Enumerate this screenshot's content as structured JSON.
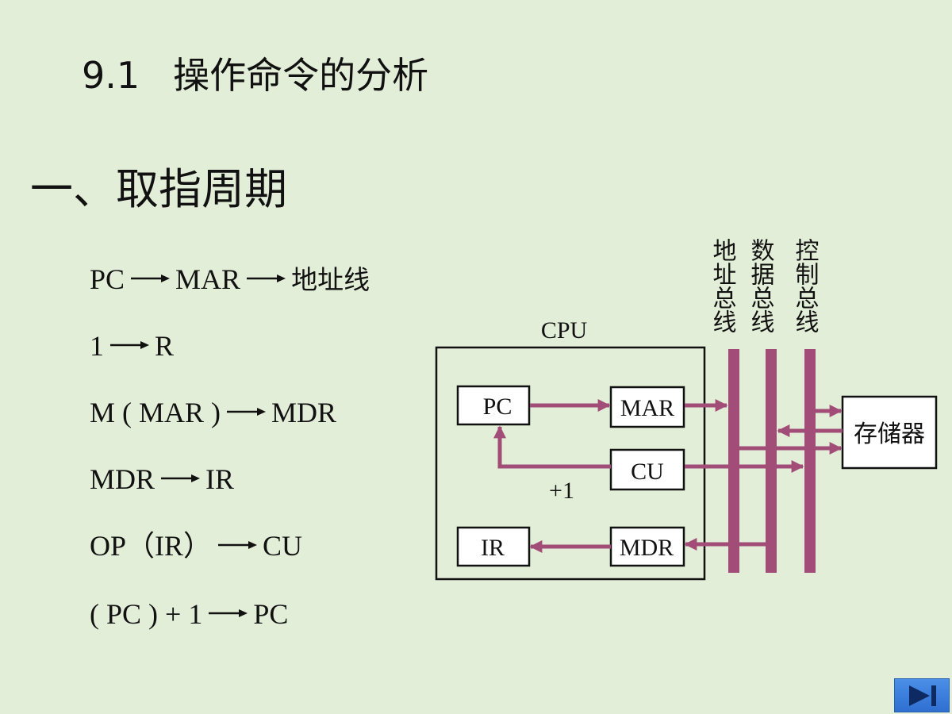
{
  "header": {
    "section_number": "9.1",
    "section_title": "操作命令的分析"
  },
  "subheading": "一、取指周期",
  "steps": [
    {
      "parts": [
        "PC",
        "MAR",
        "地址线"
      ]
    },
    {
      "parts": [
        "1",
        "R"
      ]
    },
    {
      "parts": [
        "M ( MAR )",
        "MDR"
      ]
    },
    {
      "parts": [
        "MDR",
        "IR"
      ]
    },
    {
      "parts": [
        "OP（IR）",
        "CU"
      ]
    },
    {
      "parts": [
        "( PC ) + 1",
        "PC"
      ]
    }
  ],
  "diagram": {
    "cpu_label": "CPU",
    "registers": {
      "pc": "PC",
      "mar": "MAR",
      "cu": "CU",
      "ir": "IR",
      "mdr": "MDR"
    },
    "increment_label": "+1",
    "memory_label": "存储器",
    "bus_labels": [
      "地址总线",
      "数据总线",
      "控制总线"
    ],
    "colors": {
      "bus": "#a24d77",
      "box": "#111111",
      "box_fill": "#ffffff"
    }
  },
  "navigation": {
    "next_icon": "play-next-icon"
  }
}
